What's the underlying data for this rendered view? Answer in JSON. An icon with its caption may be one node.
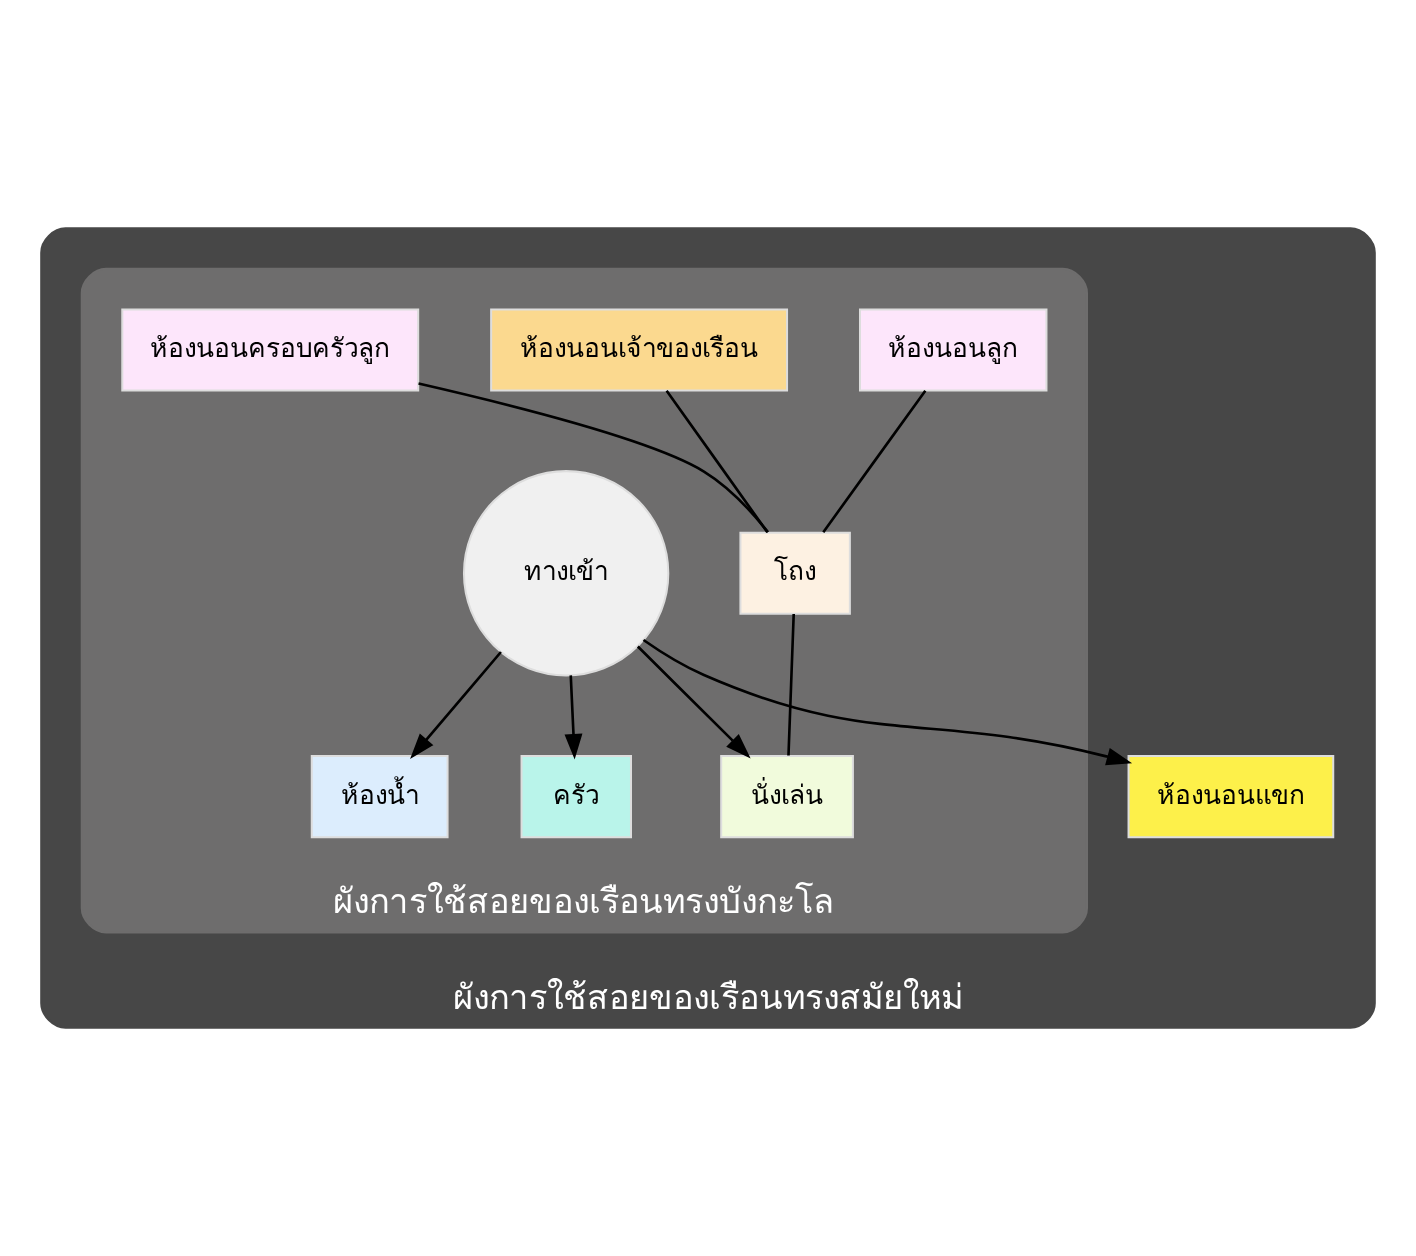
{
  "diagram": {
    "nodes": [
      {
        "text": [
          "ผังการใช้สอยของเรือนทรงสมัยใหม่"
        ]
      },
      {
        "text": [
          "ผังการใช้สอยของเรือนทรงบังกะโล"
        ],
        "in": 0
      },
      {
        "text": [
          "ห้องนอนลูก"
        ],
        "in": 1
      },
      {
        "text": [
          "ห้องนอนเจ้าของเรือน"
        ],
        "in": 1
      },
      {
        "text": [
          "ห้องนอนครอบครัวลูก"
        ],
        "in": 1
      },
      {
        "text": [
          "โถง"
        ],
        "in": 1
      },
      {
        "text": [
          "ห้องน้ำ"
        ],
        "in": 1
      },
      {
        "text": [
          "นั่งเล่น"
        ],
        "in": 1
      },
      {
        "text": [
          "ครัว"
        ],
        "in": 1
      },
      {
        "text": [
          "ห้องนอนแขก"
        ],
        "in": 0
      },
      {
        "text": [
          "ทางเข้า"
        ],
        "in": 1
      }
    ],
    "edges": [
      {
        "from": 2,
        "to": 5,
        "arrow": "none"
      },
      {
        "from": 3,
        "to": 5,
        "arrow": "none"
      },
      {
        "from": 4,
        "to": 5,
        "arrow": "none"
      },
      {
        "from": 5,
        "to": 7,
        "arrow": "none"
      },
      {
        "from": 10,
        "to": 6,
        "arrow": "to"
      },
      {
        "from": 10,
        "to": 7,
        "arrow": "to"
      },
      {
        "from": 10,
        "to": 8,
        "arrow": "to"
      },
      {
        "from": 10,
        "to": 9,
        "arrow": "to"
      }
    ]
  }
}
